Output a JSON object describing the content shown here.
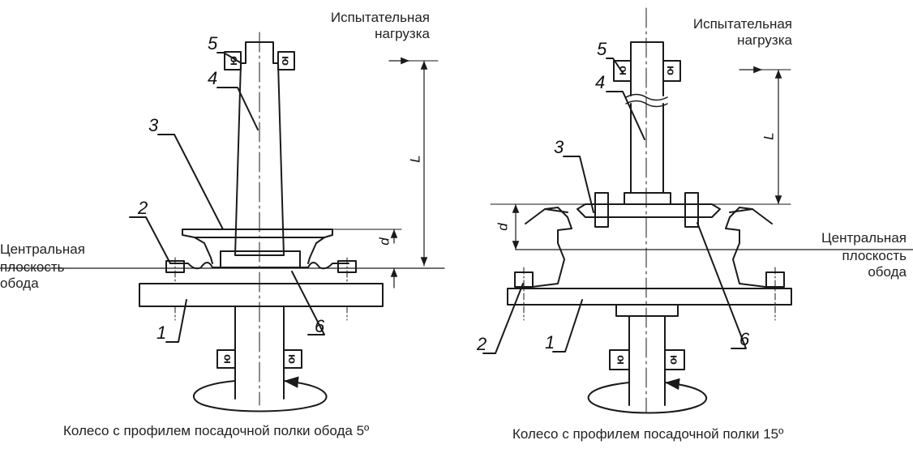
{
  "left": {
    "load_label": [
      "Испытательная",
      "нагрузка"
    ],
    "plane_label": [
      "Центральная",
      "плоскость",
      "обода"
    ],
    "callouts": [
      "1",
      "2",
      "3",
      "4",
      "5",
      "6"
    ],
    "dim_L": "L",
    "dim_d": "d",
    "caption": "Колесо с профилем посадочной полки обода 5º"
  },
  "right": {
    "load_label": [
      "Испытательная",
      "нагрузка"
    ],
    "plane_label": [
      "Центральная",
      "плоскость",
      "обода"
    ],
    "callouts": [
      "1",
      "2",
      "3",
      "4",
      "5",
      "6"
    ],
    "dim_L": "L",
    "dim_d": "d",
    "caption": "Колесо с профилем посадочной полки 15º"
  },
  "gauge_glyph": "ю",
  "colors": {
    "line": "#1a1a1a",
    "text": "#222222",
    "background": "#ffffff"
  }
}
